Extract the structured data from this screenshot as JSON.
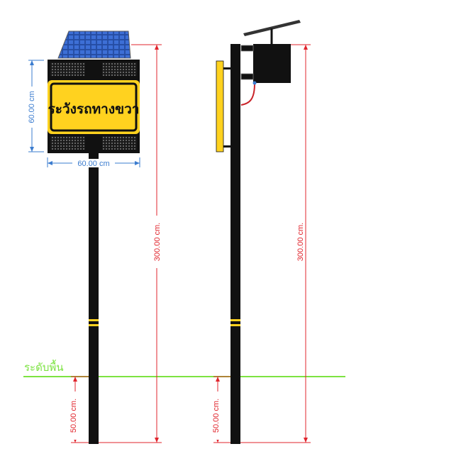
{
  "sign": {
    "text": "ระวังรถทางขวา",
    "width_label": "60.00 cm",
    "height_label": "60.00 cm"
  },
  "dimensions": {
    "left_pole_height": "300.00 cm.",
    "right_pole_height": "300.00 cm.",
    "left_embed_depth": "50.00 cm.",
    "right_embed_depth": "50.00 cm."
  },
  "ground": {
    "label": "ระดับพื้น"
  },
  "colors": {
    "pole": "#111111",
    "sign_yellow": "#ffd21f",
    "dimension_red": "#e0242c",
    "dimension_blue": "#3b7ccf",
    "ground_green": "#7de342",
    "solar_panel": "#2f5fbf",
    "cable_red": "#c9242a"
  },
  "icons": {
    "solar": "solar-panel-icon",
    "led": "led-flasher-icon"
  }
}
